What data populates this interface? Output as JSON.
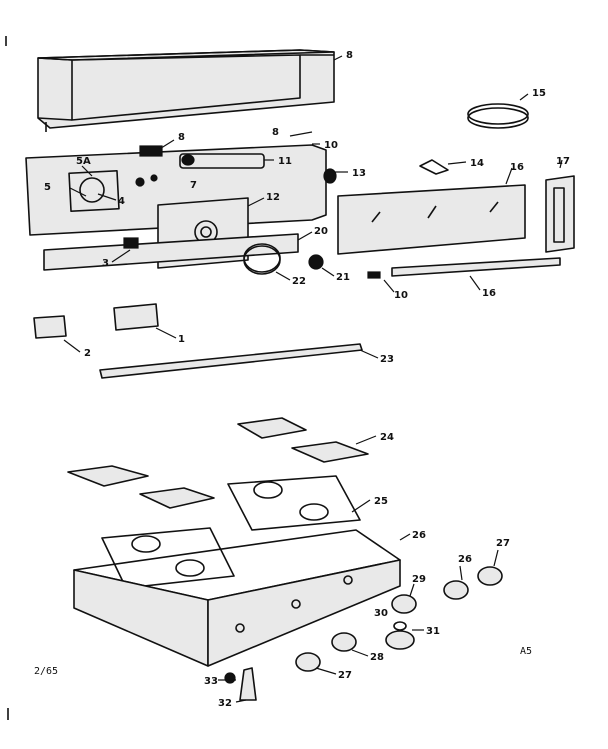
{
  "callouts": [
    {
      "id": "8a",
      "label": "8"
    },
    {
      "id": "8b",
      "label": "8"
    },
    {
      "id": "8c",
      "label": "8"
    },
    {
      "id": "5A",
      "label": "5A"
    },
    {
      "id": "5",
      "label": "5"
    },
    {
      "id": "4",
      "label": "4"
    },
    {
      "id": "7",
      "label": "7"
    },
    {
      "id": "10a",
      "label": "10"
    },
    {
      "id": "11",
      "label": "11"
    },
    {
      "id": "12",
      "label": "12"
    },
    {
      "id": "13",
      "label": "13"
    },
    {
      "id": "14",
      "label": "14"
    },
    {
      "id": "15",
      "label": "15"
    },
    {
      "id": "16a",
      "label": "16"
    },
    {
      "id": "16b",
      "label": "16"
    },
    {
      "id": "17",
      "label": "17"
    },
    {
      "id": "3",
      "label": "3"
    },
    {
      "id": "20",
      "label": "20"
    },
    {
      "id": "21",
      "label": "21"
    },
    {
      "id": "22",
      "label": "22"
    },
    {
      "id": "10b",
      "label": "10"
    },
    {
      "id": "2",
      "label": "2"
    },
    {
      "id": "1",
      "label": "1"
    },
    {
      "id": "23",
      "label": "23"
    },
    {
      "id": "24",
      "label": "24"
    },
    {
      "id": "25",
      "label": "25"
    },
    {
      "id": "26a",
      "label": "26"
    },
    {
      "id": "26b",
      "label": "26"
    },
    {
      "id": "27a",
      "label": "27"
    },
    {
      "id": "27b",
      "label": "27"
    },
    {
      "id": "28",
      "label": "28"
    },
    {
      "id": "29",
      "label": "29"
    },
    {
      "id": "30",
      "label": "30"
    },
    {
      "id": "31",
      "label": "31"
    },
    {
      "id": "33",
      "label": "33"
    },
    {
      "id": "32",
      "label": "32"
    }
  ],
  "footer": {
    "date_code": "2/65",
    "sheet_code": "A5"
  }
}
